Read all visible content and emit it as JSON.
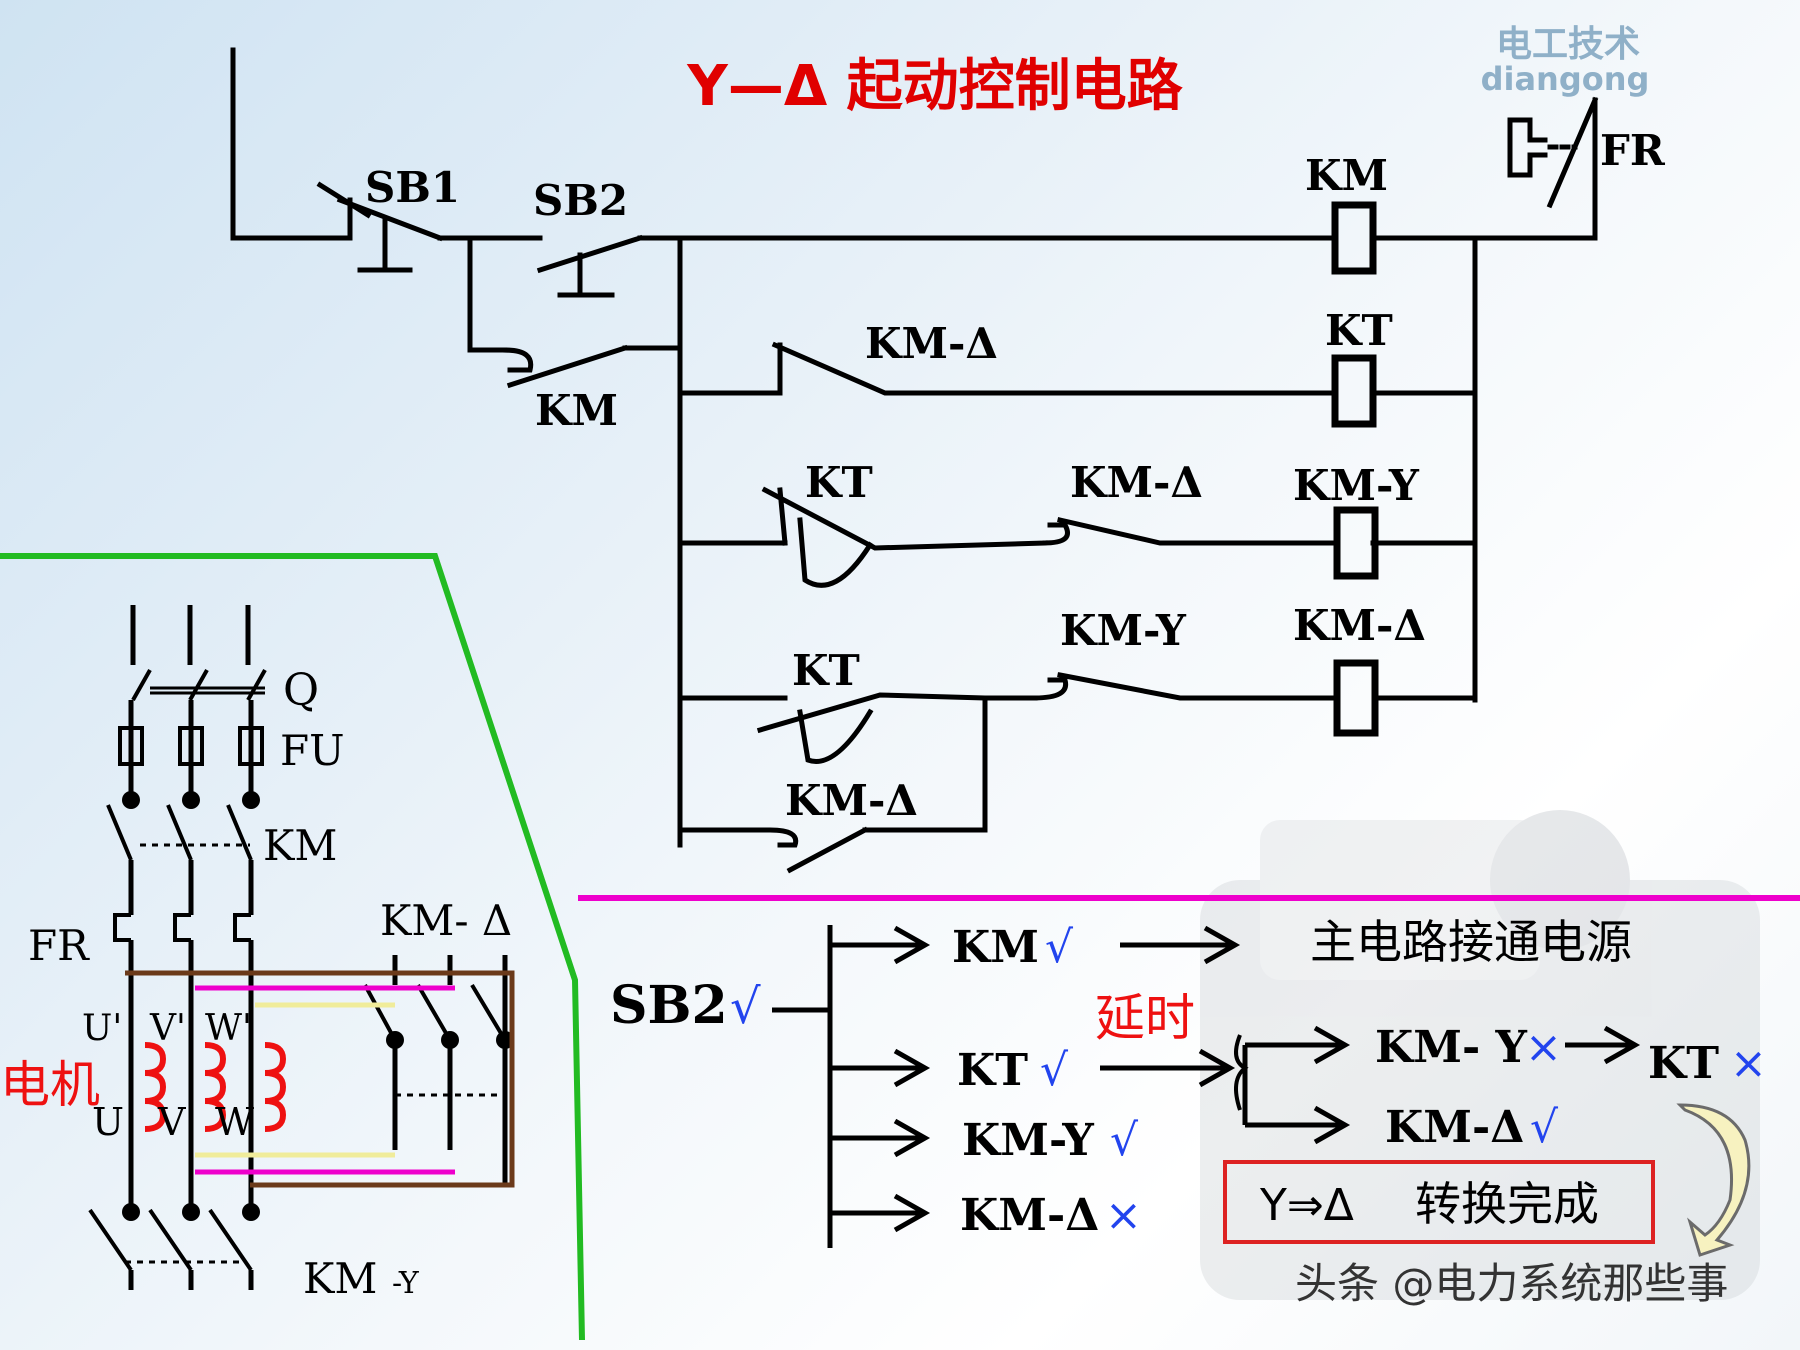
{
  "title": "Y—Δ 起动控制电路",
  "watermark": {
    "line1": "电工技术",
    "line2": "diangong"
  },
  "credit": "头条 @电力系统那些事",
  "colors": {
    "title": "#e00000",
    "mark": "#2244ee",
    "green": "#22bb22",
    "magenta": "#ee00cc",
    "brown": "#6b3a1a",
    "coil_red": "#ee1111",
    "box_red": "#dd2222"
  },
  "control": {
    "sb1": "SB1",
    "sb2": "SB2",
    "fr": "FR",
    "km_hold": "KM",
    "coil_km": "KM",
    "coil_kt": "KT",
    "coil_kmy": "KM-Y",
    "coil_kmd": "KM-Δ",
    "r2_contact": "KM-Δ",
    "r3_kt": "KT",
    "r3_kmd": "KM-Δ",
    "r4_kt": "KT",
    "r4_kmy": "KM-Y",
    "r4_kmd": "KM-Δ"
  },
  "main": {
    "q": "Q",
    "fu": "FU",
    "km": "KM",
    "fr": "FR",
    "kmd": "KM- Δ",
    "u1": "U'",
    "v1": "V'",
    "w1": "W'",
    "u": "U",
    "v": "V",
    "w": "W",
    "motor": "电机",
    "kmy": "KM",
    "kmy_sub": "-Y"
  },
  "sequence": {
    "sb2": "SB2",
    "check": "√",
    "cross": "×",
    "km": "KM",
    "main_power": "主电路接通电源",
    "kt": "KT",
    "delay": "延时",
    "kmy": "KM-Y",
    "kmd": "KM-Δ",
    "r_kmy": "KM- Y",
    "r_kt": "KT",
    "r_kmd": "KM-Δ",
    "done_y": "Y⇒Δ",
    "done_text": "转换完成"
  }
}
